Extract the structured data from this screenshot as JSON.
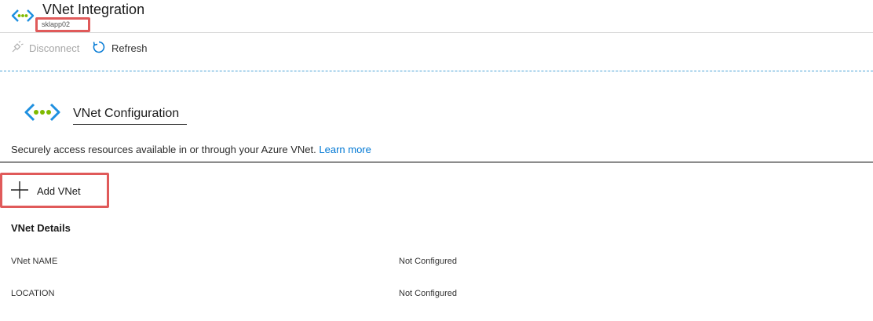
{
  "header": {
    "title": "VNet Integration",
    "subtitle": "sklapp02",
    "icon": "vnet-icon"
  },
  "toolbar": {
    "disconnect_label": "Disconnect",
    "refresh_label": "Refresh"
  },
  "config": {
    "title": "VNet Configuration",
    "description": "Securely access resources available in or through your Azure VNet.",
    "learn_more": "Learn more",
    "add_label": "Add VNet"
  },
  "details": {
    "heading": "VNet Details",
    "rows": [
      {
        "label": "VNet NAME",
        "value": "Not Configured"
      },
      {
        "label": "LOCATION",
        "value": "Not Configured"
      }
    ]
  },
  "colors": {
    "accent": "#0078d4",
    "highlight": "#e05a5a",
    "dots": "#7fba00"
  }
}
